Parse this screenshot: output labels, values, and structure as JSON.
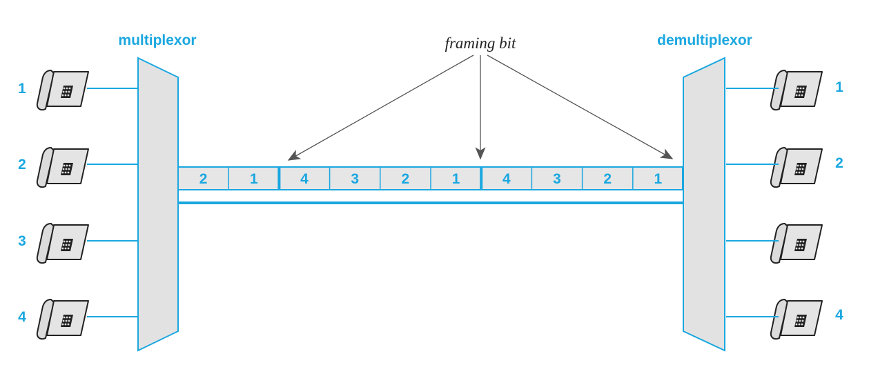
{
  "diagram": {
    "left_device_label": "multiplexor",
    "right_device_label": "demultiplexor",
    "annotation": "framing bit",
    "left_channels": [
      "1",
      "2",
      "3",
      "4"
    ],
    "right_channels": [
      "1",
      "2",
      "",
      "4"
    ],
    "frame_slots": [
      "2",
      "1",
      "4",
      "3",
      "2",
      "1",
      "4",
      "3",
      "2",
      "1"
    ],
    "colors": {
      "accent": "#1aa7e0",
      "device_fill": "#e2e2e3",
      "slot_fill": "#e6e6e7",
      "phone_fill": "#dcdcdc",
      "phone_stroke": "#222222",
      "arrow": "#555555"
    }
  }
}
